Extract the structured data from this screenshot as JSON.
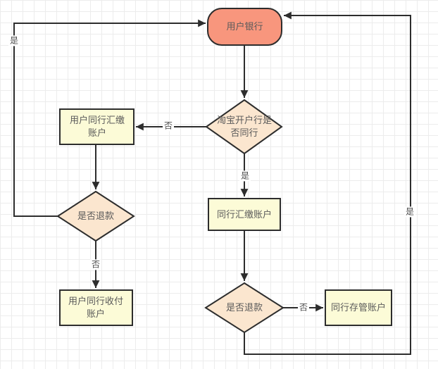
{
  "diagram": {
    "nodes": {
      "bank": {
        "label": "用户银行",
        "type": "terminator"
      },
      "taobao_check": {
        "label": "淘宝开户行是否同行",
        "type": "decision"
      },
      "user_same_bank_remit": {
        "label": "用户同行汇缴账户",
        "type": "process"
      },
      "refund_check_left": {
        "label": "是否退款",
        "type": "decision"
      },
      "user_same_bank_pay": {
        "label": "用户同行收付账户",
        "type": "process"
      },
      "same_bank_remit": {
        "label": "同行汇缴账户",
        "type": "process"
      },
      "refund_check_bottom": {
        "label": "是否退款",
        "type": "decision"
      },
      "same_bank_custody": {
        "label": "同行存管账户",
        "type": "process"
      }
    },
    "edge_labels": {
      "taobao_check_no": "否",
      "taobao_check_yes": "是",
      "refund_left_yes": "是",
      "refund_left_no": "否",
      "refund_bottom_no": "否",
      "refund_bottom_yes": "是"
    },
    "colors": {
      "terminator_fill": "#F8967D",
      "decision_fill": "#FBE6CF",
      "process_fill": "#FCFBD7",
      "stroke": "#2D2D2D",
      "node_text": "#5A5A5A",
      "grid_line": "#ECECEC",
      "background": "#FFFFFF"
    }
  }
}
